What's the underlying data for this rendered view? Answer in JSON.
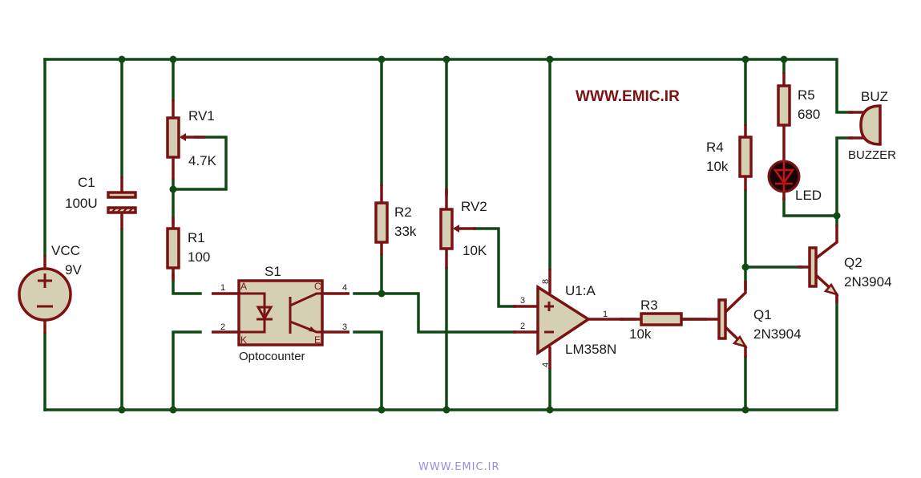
{
  "watermark": "WWW.EMIC.IR",
  "footer": "WWW.EMIC.IR",
  "colors": {
    "wire": "#0f4a12",
    "component": "#7a1212",
    "body_fill": "#d5cfb4",
    "brand": "#7a1212",
    "footer": "#9b8ce0"
  },
  "components": {
    "vcc": {
      "ref": "VCC",
      "value": "9V"
    },
    "c1": {
      "ref": "C1",
      "value": "100U"
    },
    "rv1": {
      "ref": "RV1",
      "value": "4.7K"
    },
    "r1": {
      "ref": "R1",
      "value": "100"
    },
    "s1": {
      "ref": "S1",
      "value": "Optocounter",
      "pins": {
        "a": "A",
        "k": "K",
        "c": "C",
        "e": "E",
        "p1": "1",
        "p2": "2",
        "p3": "3",
        "p4": "4"
      }
    },
    "r2": {
      "ref": "R2",
      "value": "33k"
    },
    "rv2": {
      "ref": "RV2",
      "value": "10K"
    },
    "u1": {
      "ref": "U1:A",
      "value": "LM358N",
      "pins": {
        "plus": "3",
        "minus": "2",
        "out": "1",
        "vpos": "8",
        "vneg": "4"
      }
    },
    "r3": {
      "ref": "R3",
      "value": "10k"
    },
    "q1": {
      "ref": "Q1",
      "value": "2N3904"
    },
    "r4": {
      "ref": "R4",
      "value": "10k"
    },
    "r5": {
      "ref": "R5",
      "value": "680"
    },
    "led": {
      "ref": "LED"
    },
    "q2": {
      "ref": "Q2",
      "value": "2N3904"
    },
    "buz": {
      "ref": "BUZ",
      "value": "BUZZER"
    }
  }
}
